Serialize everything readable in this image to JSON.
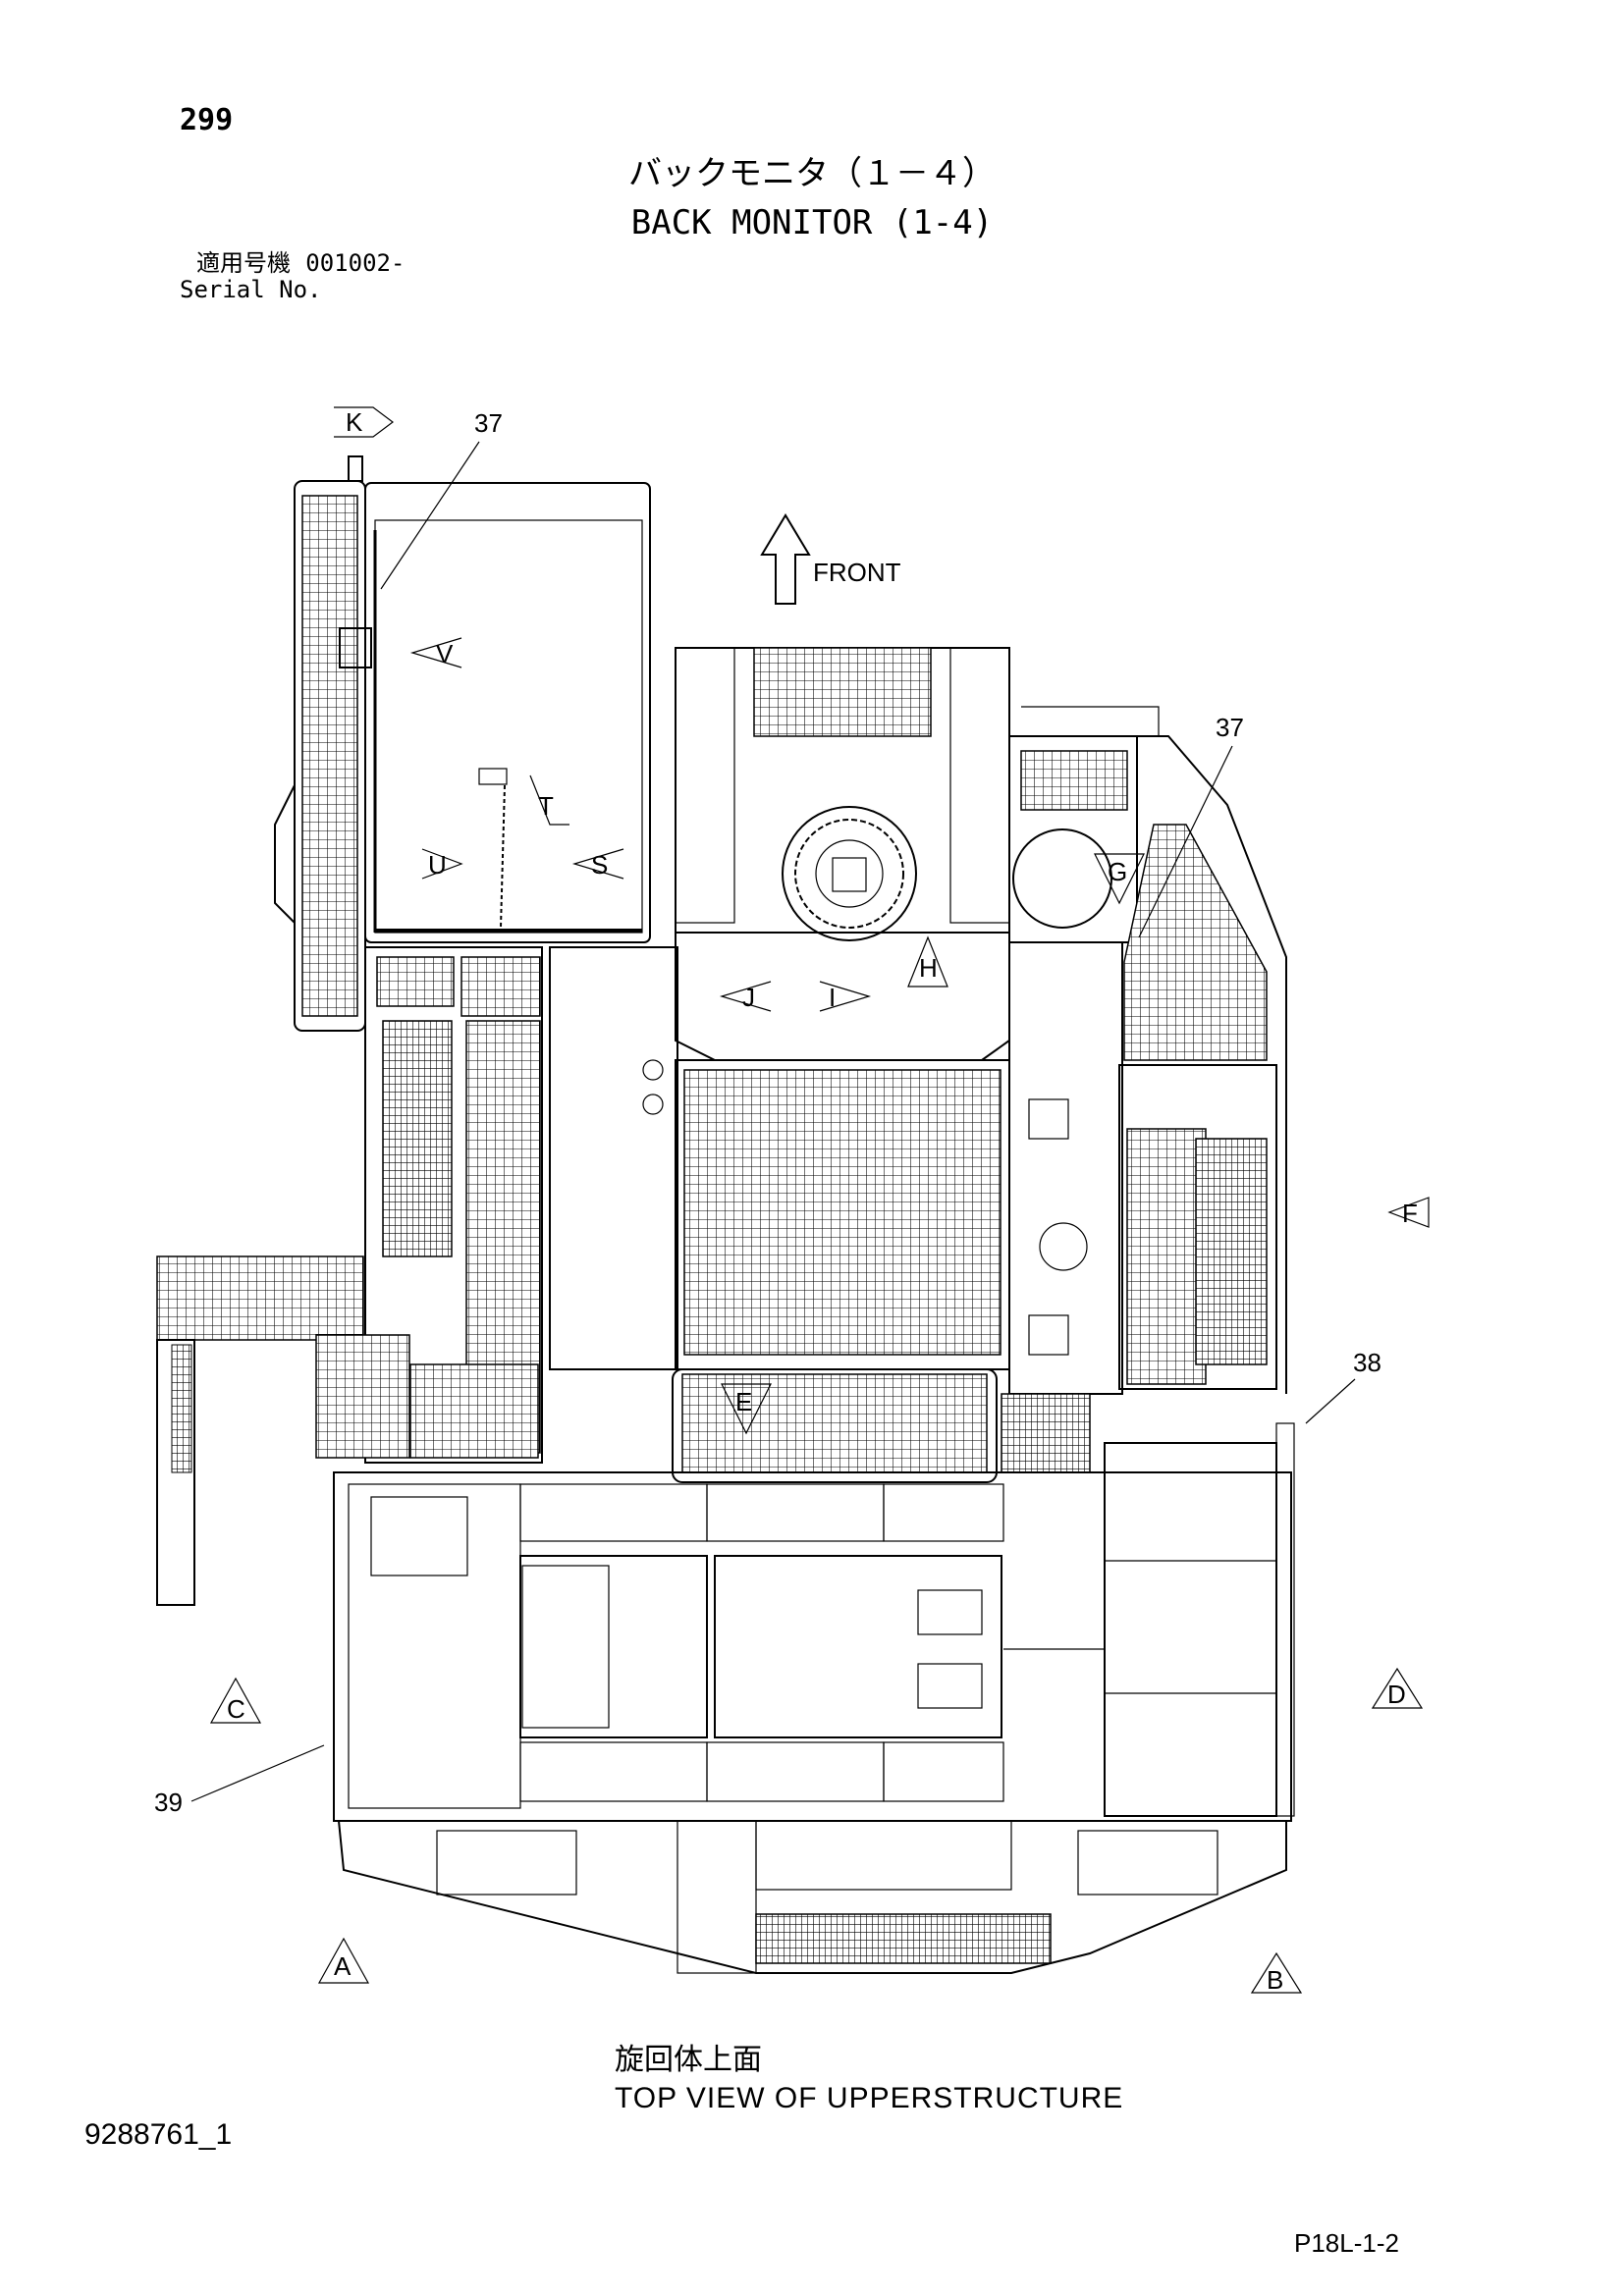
{
  "header": {
    "page_number": "299",
    "title_jp": "バックモニタ（１－４）",
    "title_en": "BACK MONITOR (1-4)",
    "serial_label_jp": "適用号機",
    "serial_value": "001002-",
    "serial_label_en": "Serial No."
  },
  "diagram": {
    "front_label": "FRONT",
    "part_callouts": [
      "37",
      "37",
      "38",
      "39"
    ],
    "view_markers": [
      "A",
      "B",
      "C",
      "D",
      "E",
      "F",
      "G",
      "H",
      "I",
      "J",
      "K",
      "S",
      "T",
      "U",
      "V"
    ]
  },
  "footer": {
    "caption_jp": "旋回体上面",
    "caption_en": "TOP VIEW OF UPPERSTRUCTURE",
    "document_number": "9288761_1",
    "page_code": "P18L-1-2"
  }
}
